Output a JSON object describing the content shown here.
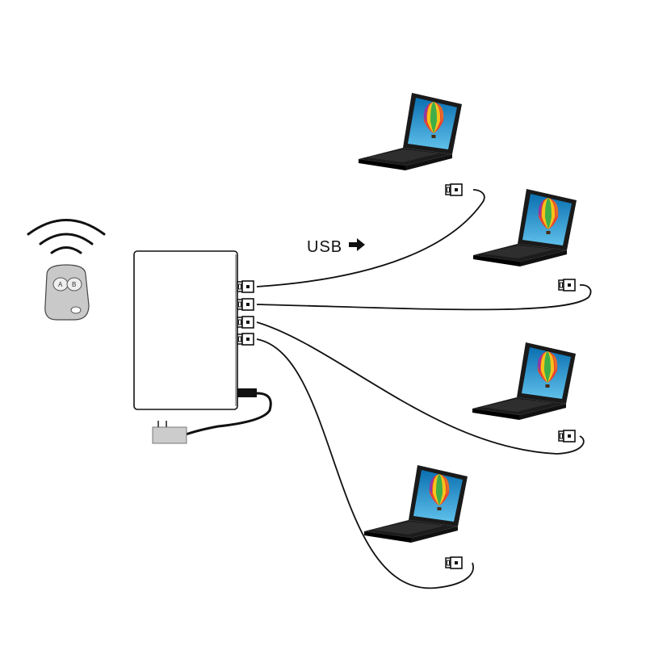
{
  "diagram": {
    "usb_label": "USB",
    "remote": {
      "button_a": "A",
      "button_b": "B"
    },
    "colors": {
      "stroke": "#111111",
      "laptop_body": "#1c1c1c",
      "remote": "#c9c9c9",
      "plug": "#cccccc"
    },
    "icons": [
      "wireless-signal-icon",
      "remote-control-icon",
      "power-adapter-icon",
      "usb-plug-icon",
      "arrow-right-icon",
      "laptop-icon"
    ]
  }
}
